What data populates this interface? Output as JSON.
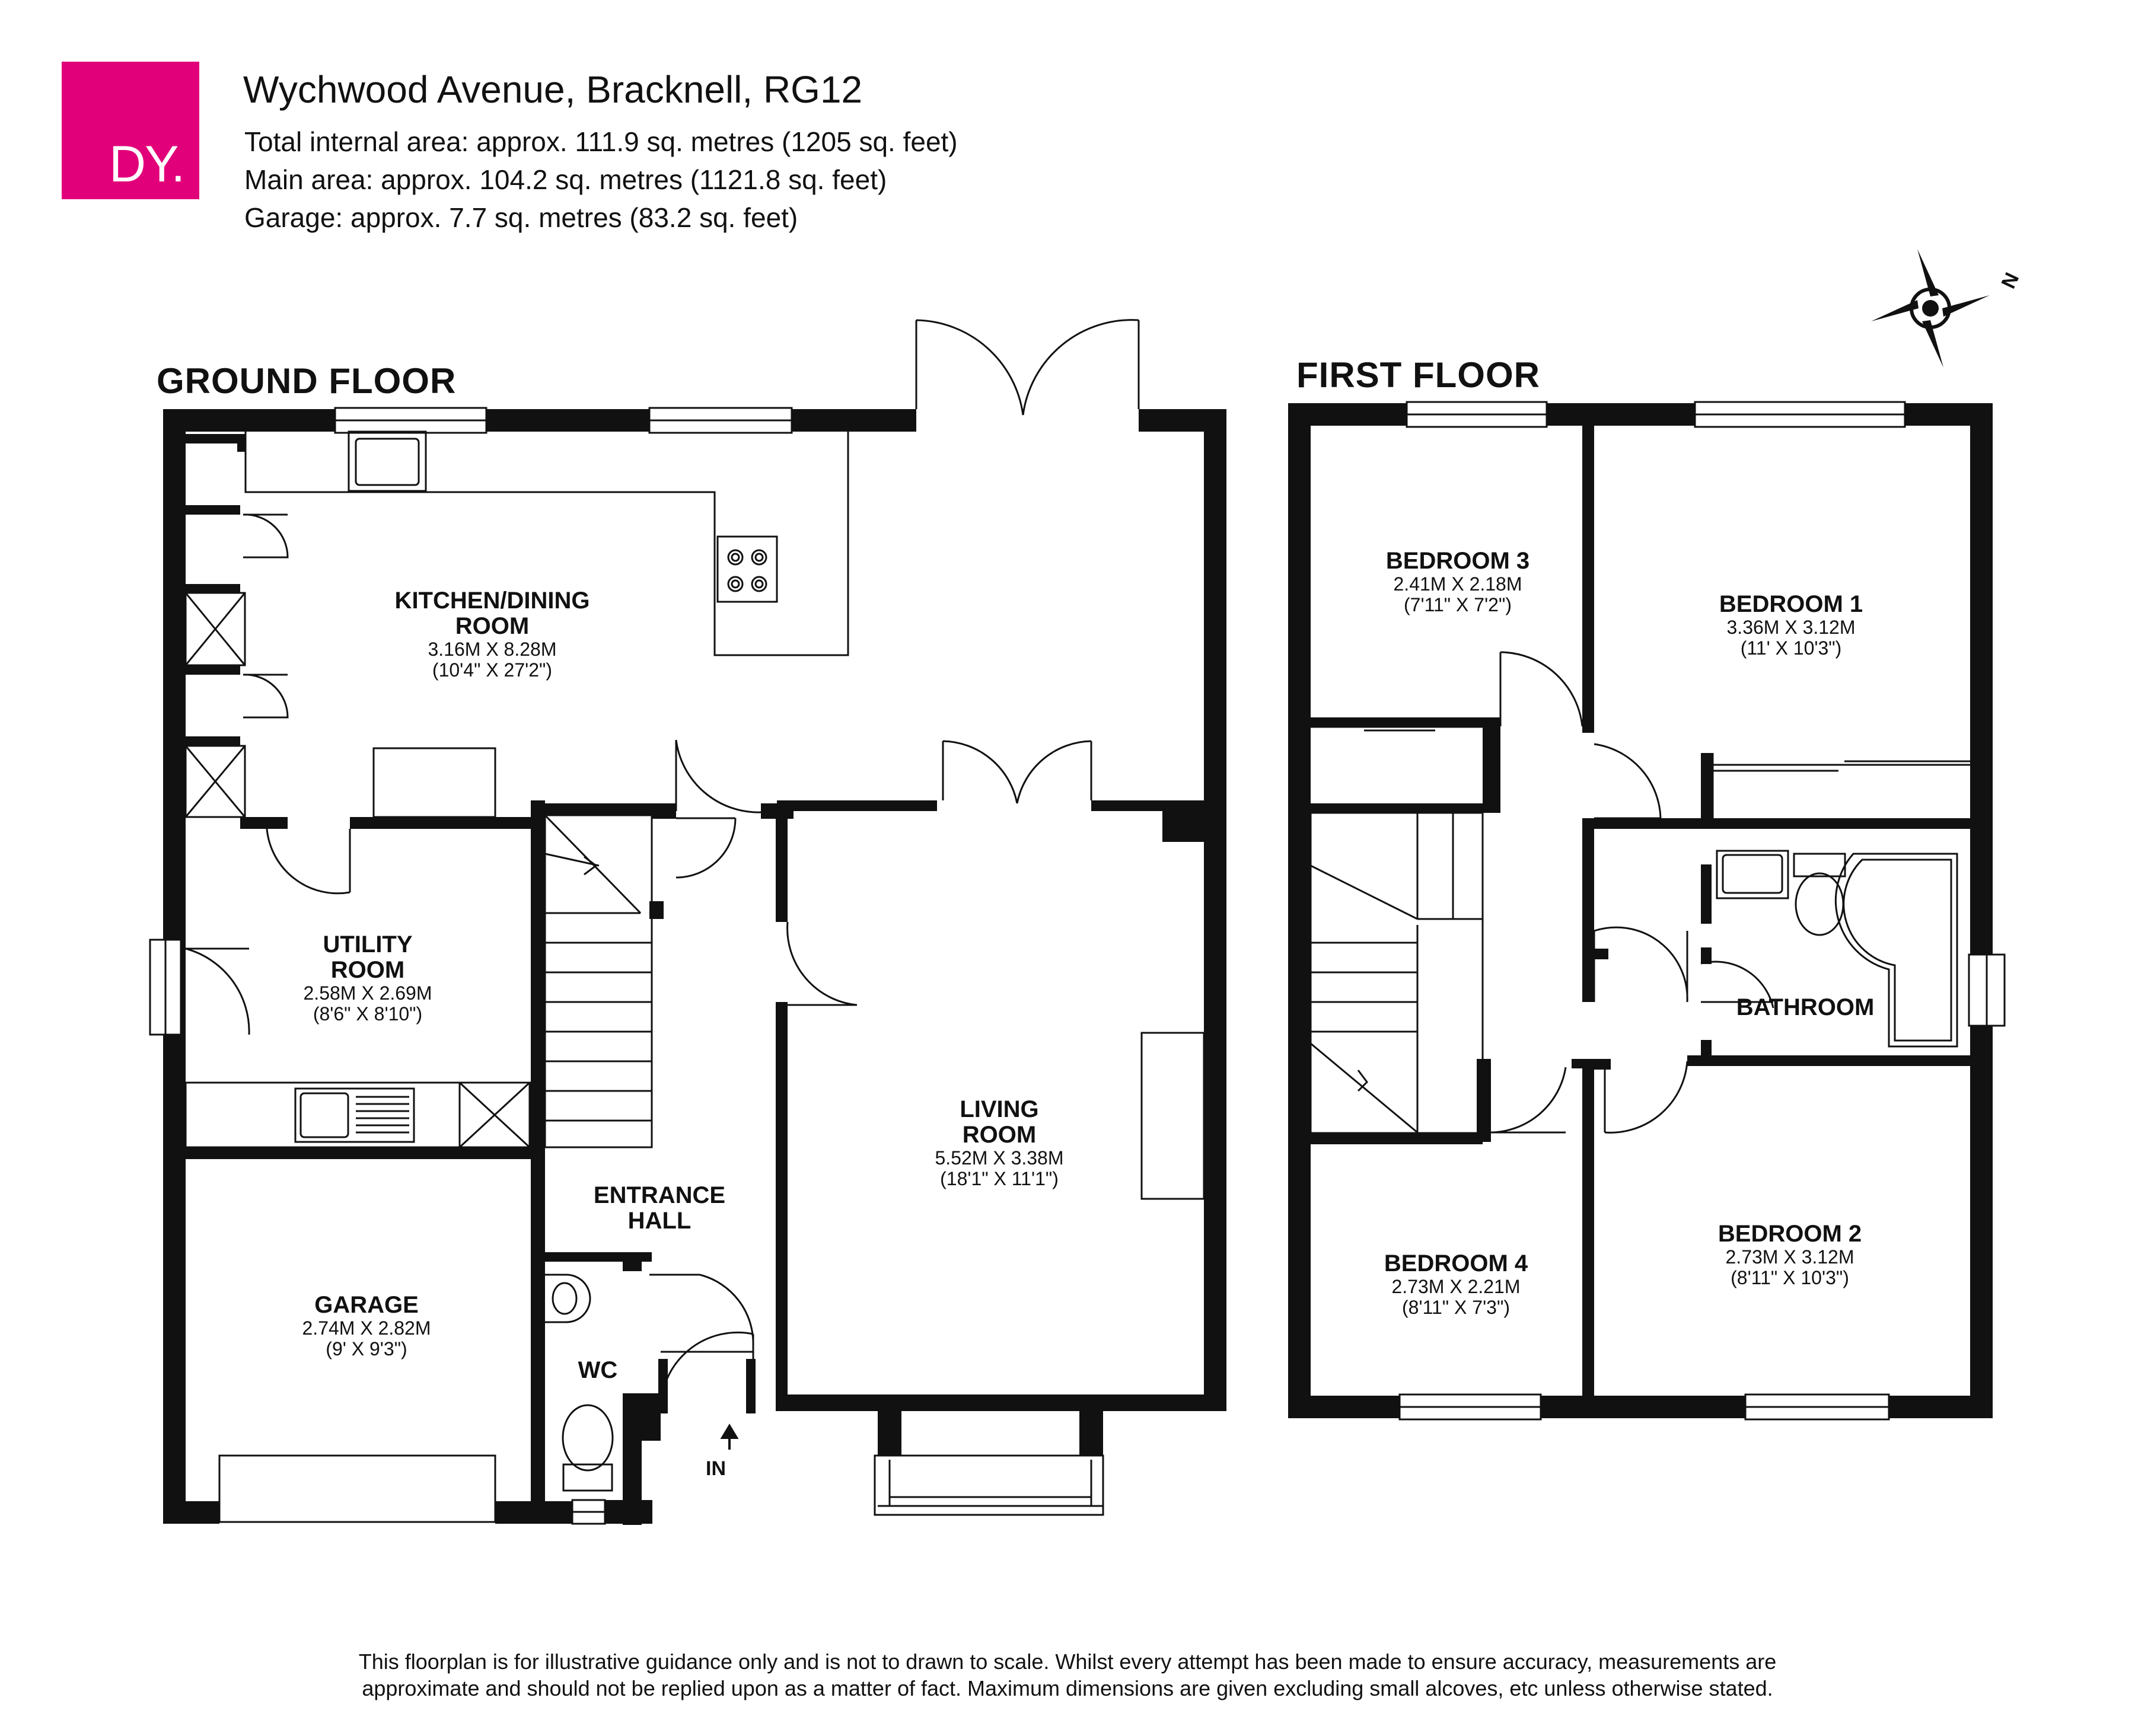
{
  "brand": {
    "logo_text": "DY.",
    "color": "#e2007a"
  },
  "header": {
    "title": "Wychwood Avenue, Bracknell, RG12",
    "total_area": "Total internal area: approx. 111.9 sq. metres (1205 sq. feet)",
    "main_area": "Main area: approx. 104.2 sq. metres (1121.8 sq. feet)",
    "garage_area": "Garage: approx. 7.7 sq. metres (83.2 sq. feet)"
  },
  "compass": {
    "north_label": "N",
    "icon": "compass-icon"
  },
  "ground_floor": {
    "title": "GROUND FLOOR",
    "rooms": [
      {
        "name_line1": "KITCHEN/DINING",
        "name_line2": "ROOM",
        "metric": "3.16M X 8.28M",
        "imperial": "(10'4\" X 27'2\")"
      },
      {
        "name_line1": "UTILITY",
        "name_line2": "ROOM",
        "metric": "2.58M X 2.69M",
        "imperial": "(8'6\" X 8'10\")"
      },
      {
        "name_line1": "GARAGE",
        "name_line2": "",
        "metric": "2.74M X 2.82M",
        "imperial": "(9' X 9'3\")"
      },
      {
        "name_line1": "ENTRANCE",
        "name_line2": "HALL",
        "metric": "",
        "imperial": ""
      },
      {
        "name_line1": "WC",
        "name_line2": "",
        "metric": "",
        "imperial": ""
      },
      {
        "name_line1": "LIVING",
        "name_line2": "ROOM",
        "metric": "5.52M X 3.38M",
        "imperial": "(18'1\" X 11'1\")"
      }
    ],
    "entrance_label": "IN"
  },
  "first_floor": {
    "title": "FIRST FLOOR",
    "rooms": [
      {
        "name_line1": "BEDROOM 3",
        "name_line2": "",
        "metric": "2.41M X 2.18M",
        "imperial": "(7'11\" X 7'2\")"
      },
      {
        "name_line1": "BEDROOM 1",
        "name_line2": "",
        "metric": "3.36M X 3.12M",
        "imperial": "(11' X 10'3\")"
      },
      {
        "name_line1": "BATHROOM",
        "name_line2": "",
        "metric": "",
        "imperial": ""
      },
      {
        "name_line1": "BEDROOM 4",
        "name_line2": "",
        "metric": "2.73M X 2.21M",
        "imperial": "(8'11\" X 7'3\")"
      },
      {
        "name_line1": "BEDROOM 2",
        "name_line2": "",
        "metric": "2.73M X 3.12M",
        "imperial": "(8'11\" X 10'3\")"
      }
    ]
  },
  "disclaimer": {
    "line1": "This floorplan is for illustrative guidance only and is not to drawn to scale. Whilst every attempt has been made to ensure accuracy, measurements are",
    "line2": "approximate and should not be replied upon as a matter of fact. Maximum dimensions are given excluding small alcoves, etc unless otherwise stated."
  }
}
